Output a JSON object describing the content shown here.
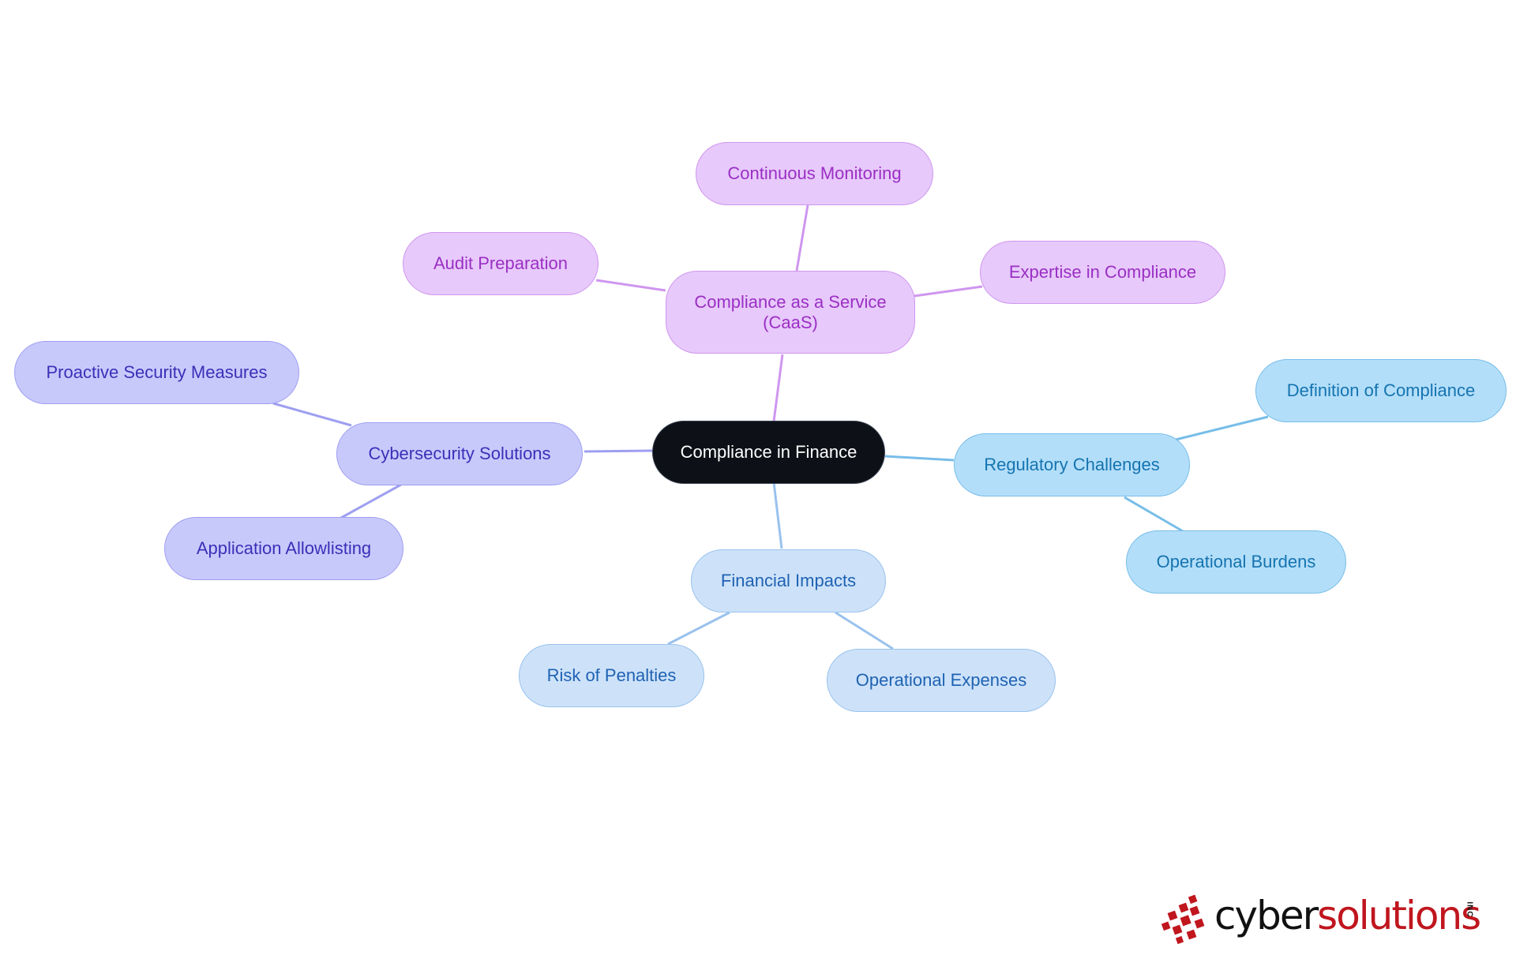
{
  "center": {
    "label": "Compliance in Finance"
  },
  "branches": {
    "caas": {
      "label": "Compliance as a Service (CaaS)",
      "children": [
        "Continuous Monitoring",
        "Audit Preparation",
        "Expertise in Compliance"
      ]
    },
    "cybersecurity": {
      "label": "Cybersecurity Solutions",
      "children": [
        "Proactive Security Measures",
        "Application Allowlisting"
      ]
    },
    "regulatory": {
      "label": "Regulatory Challenges",
      "children": [
        "Definition of Compliance",
        "Operational Burdens"
      ]
    },
    "financial": {
      "label": "Financial Impacts",
      "children": [
        "Risk of Penalties",
        "Operational Expenses"
      ]
    }
  },
  "colors": {
    "caas": "#cf96ef",
    "cybersecurity": "#9e9ff1",
    "regulatory": "#77bde9",
    "financial": "#99c2ee"
  },
  "logo": {
    "brand_a": "cyber",
    "brand_b": "solutions",
    "suffix": "INC"
  }
}
